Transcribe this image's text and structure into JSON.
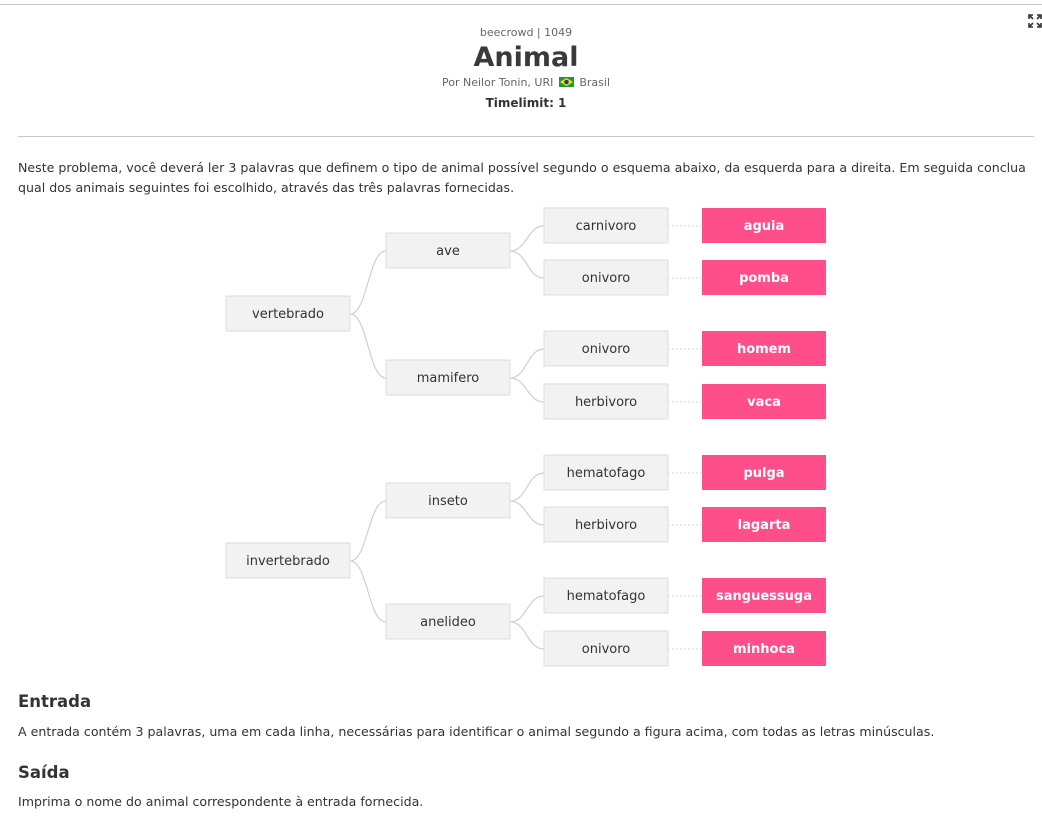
{
  "header": {
    "crumb": "beecrowd | 1049",
    "title": "Animal",
    "author_prefix": "Por Neilor Tonin, URI",
    "country": "Brasil",
    "timelimit": "Timelimit: 1"
  },
  "intro": "Neste problema, você deverá ler 3 palavras que definem o tipo de animal possível segundo o esquema abaixo, da esquerda para a direita.  Em seguida conclua qual dos animais seguintes foi escolhido, através das três palavras fornecidas.",
  "diagram": {
    "level1": [
      "vertebrado",
      "invertebrado"
    ],
    "level2": [
      "ave",
      "mamifero",
      "inseto",
      "anelideo"
    ],
    "level3": [
      "carnivoro",
      "onivoro",
      "onivoro",
      "herbivoro",
      "hematofago",
      "herbivoro",
      "hematofago",
      "onivoro"
    ],
    "animals": [
      "aguia",
      "pomba",
      "homem",
      "vaca",
      "pulga",
      "lagarta",
      "sanguessuga",
      "minhoca"
    ],
    "accent_color": "#ff4f8a"
  },
  "entrada": {
    "heading": "Entrada",
    "text": "A entrada contém 3 palavras, uma em cada linha, necessárias para identificar o animal segundo a figura acima, com todas as letras minúsculas."
  },
  "saida": {
    "heading": "Saída",
    "text": "Imprima o nome do animal correspondente à entrada fornecida."
  },
  "icons": {
    "expand": "expand-icon",
    "flag": "brazil-flag-icon"
  }
}
